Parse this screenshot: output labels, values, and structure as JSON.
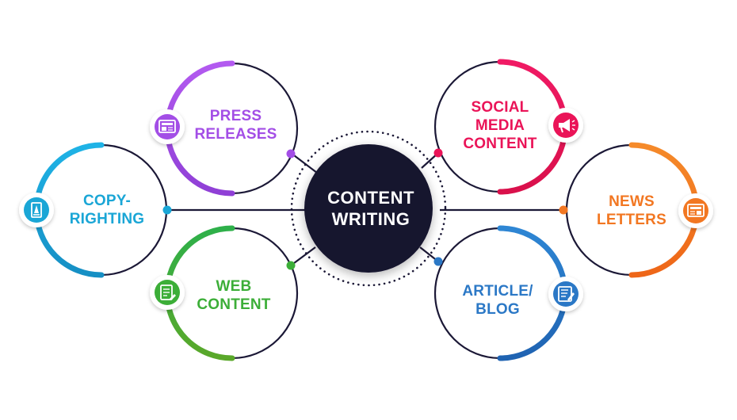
{
  "center": {
    "line1": "CONTENT",
    "line2": "WRITING",
    "color": "#15122f"
  },
  "topics": [
    {
      "id": "copyrighting",
      "lines": [
        "COPY-",
        "RIGHTING"
      ],
      "color": "#1aa6d6",
      "icon": "pen-tool-icon"
    },
    {
      "id": "press-releases",
      "lines": [
        "PRESS",
        "RELEASES"
      ],
      "color": "#a34ee6",
      "icon": "newspaper-press-icon"
    },
    {
      "id": "web-content",
      "lines": [
        "WEB",
        "CONTENT"
      ],
      "color": "#3cae38",
      "icon": "document-edit-icon"
    },
    {
      "id": "social-media",
      "lines": [
        "SOCIAL",
        "MEDIA",
        "CONTENT"
      ],
      "color": "#ea1458",
      "icon": "megaphone-icon"
    },
    {
      "id": "news-letters",
      "lines": [
        "NEWS",
        "LETTERS"
      ],
      "color": "#f27722",
      "icon": "news-icon"
    },
    {
      "id": "article-blog",
      "lines": [
        "ARTICLE/",
        "BLOG"
      ],
      "color": "#2b78c6",
      "icon": "article-edit-icon"
    }
  ]
}
